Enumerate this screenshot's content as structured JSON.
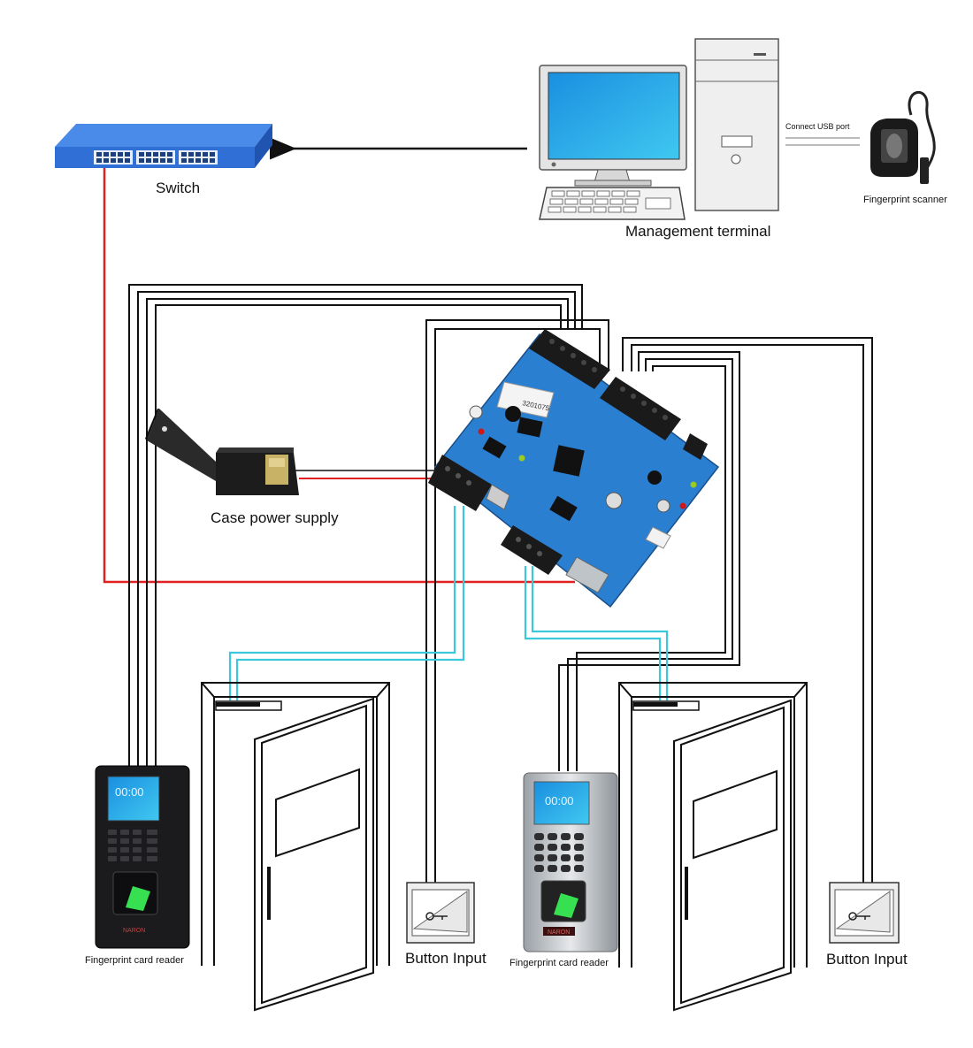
{
  "labels": {
    "switch": "Switch",
    "management_terminal": "Management terminal",
    "connect_usb": "Connect USB port",
    "fingerprint_scanner": "Fingerprint scanner",
    "case_power_supply": "Case power supply",
    "reader_left": "Fingerprint card reader",
    "reader_right": "Fingerprint card reader",
    "button_left": "Button Input",
    "button_right": "Button Input"
  },
  "devices": {
    "reader_left_time": "00:00",
    "reader_right_time": "00:00",
    "reader_left_brand": "NARON",
    "reader_right_brand": "NARON",
    "board_chip_text": "3201075"
  },
  "colors": {
    "lan_cable": "#e02020",
    "door_sensor_cable": "#3cc8dc",
    "signal_cable": "#111111",
    "switch_blue": "#2f6fd6",
    "board_blue": "#2a7fd0"
  }
}
